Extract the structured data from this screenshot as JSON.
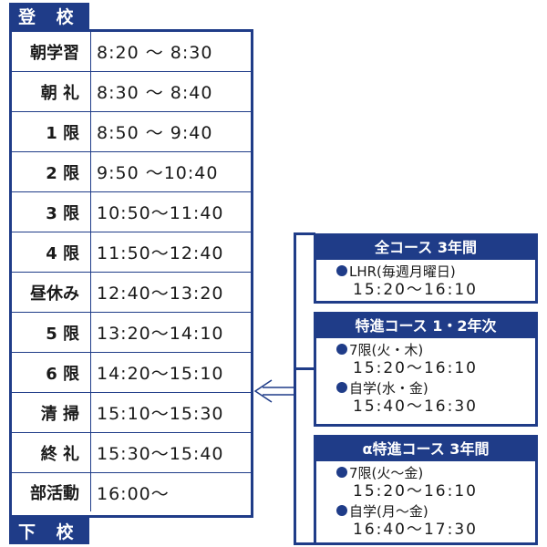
{
  "header": {
    "arrival": "登 校",
    "dismissal": "下 校"
  },
  "schedule": [
    {
      "period": "朝学習",
      "time": "8:20 ～ 8:30"
    },
    {
      "period": "朝 礼",
      "time": "8:30 ～ 8:40"
    },
    {
      "period": "1 限",
      "time": "8:50 ～ 9:40"
    },
    {
      "period": "2 限",
      "time": "9:50 ～10:40"
    },
    {
      "period": "3 限",
      "time": "10:50～11:40"
    },
    {
      "period": "4 限",
      "time": "11:50～12:40"
    },
    {
      "period": "昼休み",
      "time": "12:40～13:20"
    },
    {
      "period": "5 限",
      "time": "13:20～14:10"
    },
    {
      "period": "6 限",
      "time": "14:20～15:10"
    },
    {
      "period": "清 掃",
      "time": "15:10～15:30"
    },
    {
      "period": "終 礼",
      "time": "15:30～15:40"
    },
    {
      "period": "部活動",
      "time": "16:00～"
    }
  ],
  "courses": [
    {
      "title": "全コース 3年間",
      "entries": [
        {
          "label": "LHR(毎週月曜日)",
          "time": "15:20～16:10"
        }
      ]
    },
    {
      "title": "特進コース 1・2年次",
      "entries": [
        {
          "label": "7限(火・木)",
          "time": "15:20～16:10"
        },
        {
          "label": "自学(水・金)",
          "time": "15:40～16:30"
        }
      ]
    },
    {
      "title": "α特進コース 3年間",
      "entries": [
        {
          "label": "7限(火～金)",
          "time": "15:20～16:10"
        },
        {
          "label": "自学(月～金)",
          "time": "16:40～17:30"
        }
      ]
    }
  ],
  "colors": {
    "accent": "#1f3c88",
    "background": "#ffffff",
    "text": "#1a1a1a"
  },
  "icons": {
    "arrow": "left-arrow-icon",
    "bullet": "bullet-dot-icon"
  }
}
